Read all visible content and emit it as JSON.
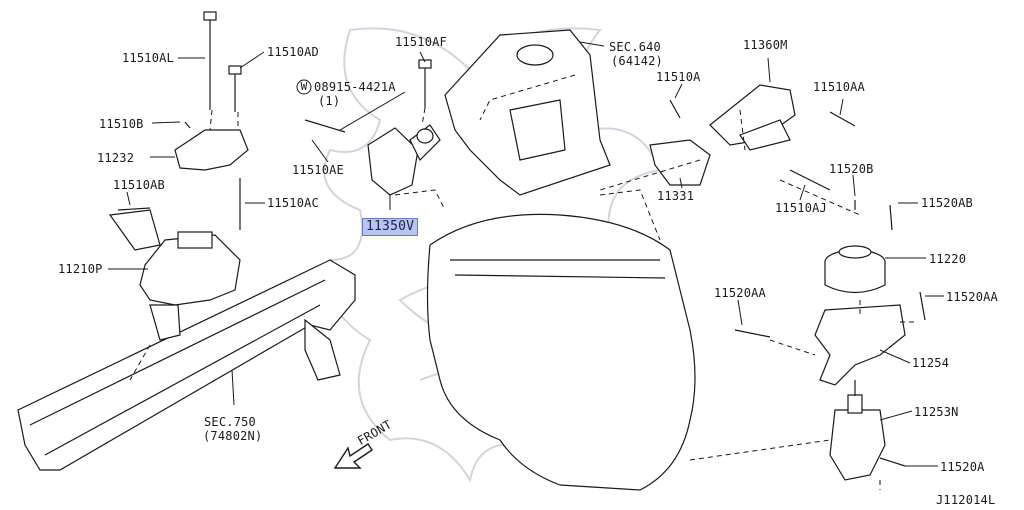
{
  "diagram": {
    "colors": {
      "line": "#1a1a1a",
      "watermark": "#cdd2d8",
      "highlight": "#b9c3f0",
      "highlight_border": "#6d79c8"
    },
    "labels": {
      "p11510AL": "11510AL",
      "p11510AD": "11510AD",
      "p11510AF": "11510AF",
      "sec640": "SEC.640",
      "sec640_sub": "(64142)",
      "p11360M": "11360M",
      "bolt_code": "08915-4421A",
      "bolt_qty": "(1)",
      "bolt_mark": "W",
      "p11510A": "11510A",
      "p11510AA": "11510AA",
      "p11510B": "11510B",
      "p11232": "11232",
      "p11510AE": "11510AE",
      "p11510AB": "11510AB",
      "p11331": "11331",
      "p11520B": "11520B",
      "p11510AC": "11510AC",
      "p11510AJ": "11510AJ",
      "p11520AB": "11520AB",
      "p11350V": "11350V",
      "p11220": "11220",
      "p11210P": "11210P",
      "p11520AA_l": "11520AA",
      "p11520AA_r": "11520AA",
      "p11254": "11254",
      "p11253N": "11253N",
      "sec750": "SEC.750",
      "sec750_sub": "(74802N)",
      "front": "FRONT",
      "p11520A": "11520A",
      "ref_code": "J112014L"
    }
  }
}
